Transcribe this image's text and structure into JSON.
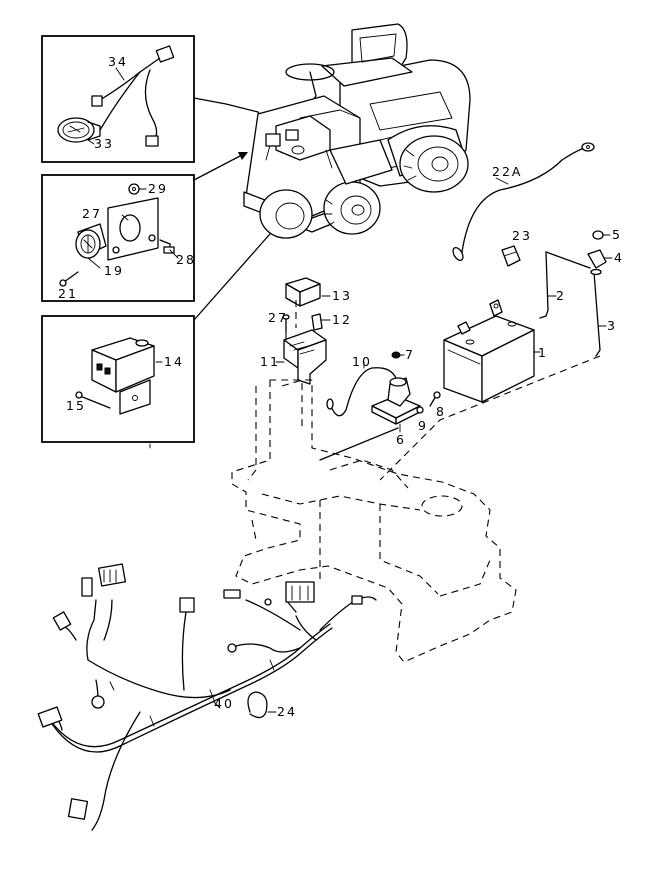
{
  "callouts": {
    "c1": "1",
    "c2": "2",
    "c3": "3",
    "c4": "4",
    "c5": "5",
    "c6": "6",
    "c7": "7",
    "c8": "8",
    "c9": "9",
    "c10": "10",
    "c11": "11",
    "c12": "12",
    "c13": "13",
    "c14": "14",
    "c15": "15",
    "c19": "19",
    "c21": "21",
    "c22a": "22A",
    "c23": "23",
    "c24": "24",
    "c27a": "27",
    "c27b": "27",
    "c28": "28",
    "c29": "29",
    "c33": "33",
    "c34": "34",
    "c40": "40"
  },
  "icons": {
    "tractor": "riding-mower-illustration",
    "battery": "battery-illustration",
    "harness": "wiring-harness-illustration",
    "frame": "mower-frame-dashed-outline"
  },
  "colors": {
    "line": "#000000",
    "background": "#ffffff"
  }
}
